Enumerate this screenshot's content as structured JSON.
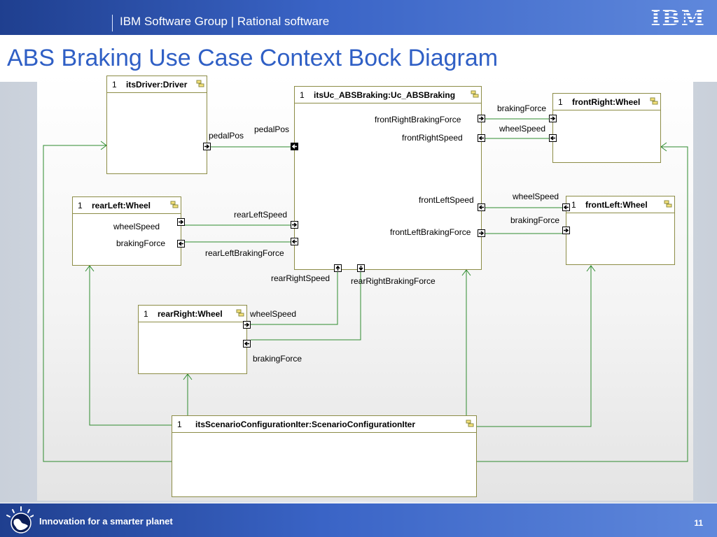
{
  "header": {
    "group": "IBM Software Group | Rational software",
    "logo": "IBM"
  },
  "slide": {
    "title": "ABS Braking Use Case Context Bock Diagram",
    "page_number": "11"
  },
  "footer": {
    "tagline": "Innovation for a smarter planet"
  },
  "colors": {
    "accent": "#2f5fc5",
    "block_border": "#8c8c46",
    "connector": "#2e8b2e"
  },
  "blocks": {
    "driver": {
      "mult": "1",
      "name": "itsDriver:Driver"
    },
    "abs": {
      "mult": "1",
      "name": "itsUc_ABSBraking:Uc_ABSBraking"
    },
    "fr_wheel": {
      "mult": "1",
      "name": "frontRight:Wheel"
    },
    "fl_wheel": {
      "mult": "1",
      "name": "frontLeft:Wheel"
    },
    "rl_wheel": {
      "mult": "1",
      "name": "rearLeft:Wheel"
    },
    "rr_wheel": {
      "mult": "1",
      "name": "rearRight:Wheel"
    },
    "scenario": {
      "mult": "1",
      "name": "itsScenarioConfigurationIter:ScenarioConfigurationIter"
    }
  },
  "ports": {
    "driver_pedalPos": "pedalPos",
    "abs_pedalPos": "pedalPos",
    "abs_frontRightBrakingForce": "frontRightBrakingForce",
    "abs_frontRightSpeed": "frontRightSpeed",
    "abs_frontLeftSpeed": "frontLeftSpeed",
    "abs_frontLeftBrakingForce": "frontLeftBrakingForce",
    "abs_rearLeftSpeed": "rearLeftSpeed",
    "abs_rearLeftBrakingForce": "rearLeftBrakingForce",
    "abs_rearRightSpeed": "rearRightSpeed",
    "abs_rearRightBrakingForce": "rearRightBrakingForce",
    "fr_brakingForce": "brakingForce",
    "fr_wheelSpeed": "wheelSpeed",
    "fl_wheelSpeed": "wheelSpeed",
    "fl_brakingForce": "brakingForce",
    "rl_wheelSpeed": "wheelSpeed",
    "rl_brakingForce": "brakingForce",
    "rr_wheelSpeed": "wheelSpeed",
    "rr_brakingForce": "brakingForce"
  },
  "icons": {
    "block_icon": "block-icon",
    "port_in": "arrow-in-icon",
    "port_out": "arrow-out-icon",
    "globe": "globe-icon"
  }
}
